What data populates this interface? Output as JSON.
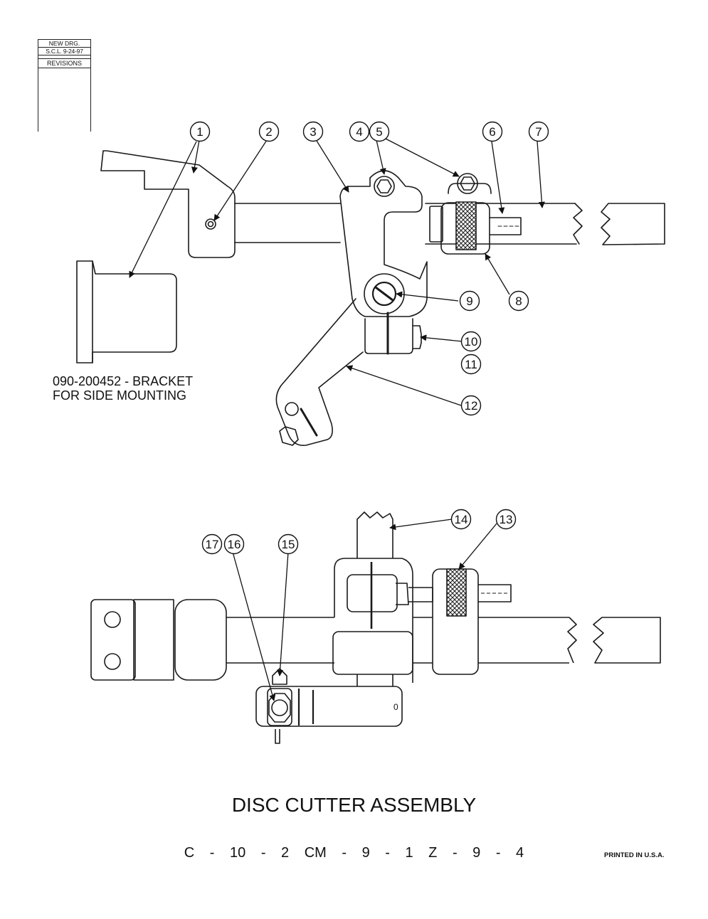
{
  "revision_block": {
    "line1": "NEW DRG.",
    "line2": "S.C.L.  9-24-97",
    "label": "REVISIONS"
  },
  "callouts": [
    "1",
    "2",
    "3",
    "4",
    "5",
    "6",
    "7",
    "8",
    "9",
    "10",
    "11",
    "12",
    "13",
    "14",
    "15",
    "16",
    "17"
  ],
  "bracket_note": "090-200452 - BRACKET\nFOR SIDE MOUNTING",
  "title": "DISC CUTTER ASSEMBLY",
  "part_refs": "C - 10 - 2   CM - 9 - 1   Z - 9 - 4",
  "printed": "PRINTED IN U.S.A."
}
